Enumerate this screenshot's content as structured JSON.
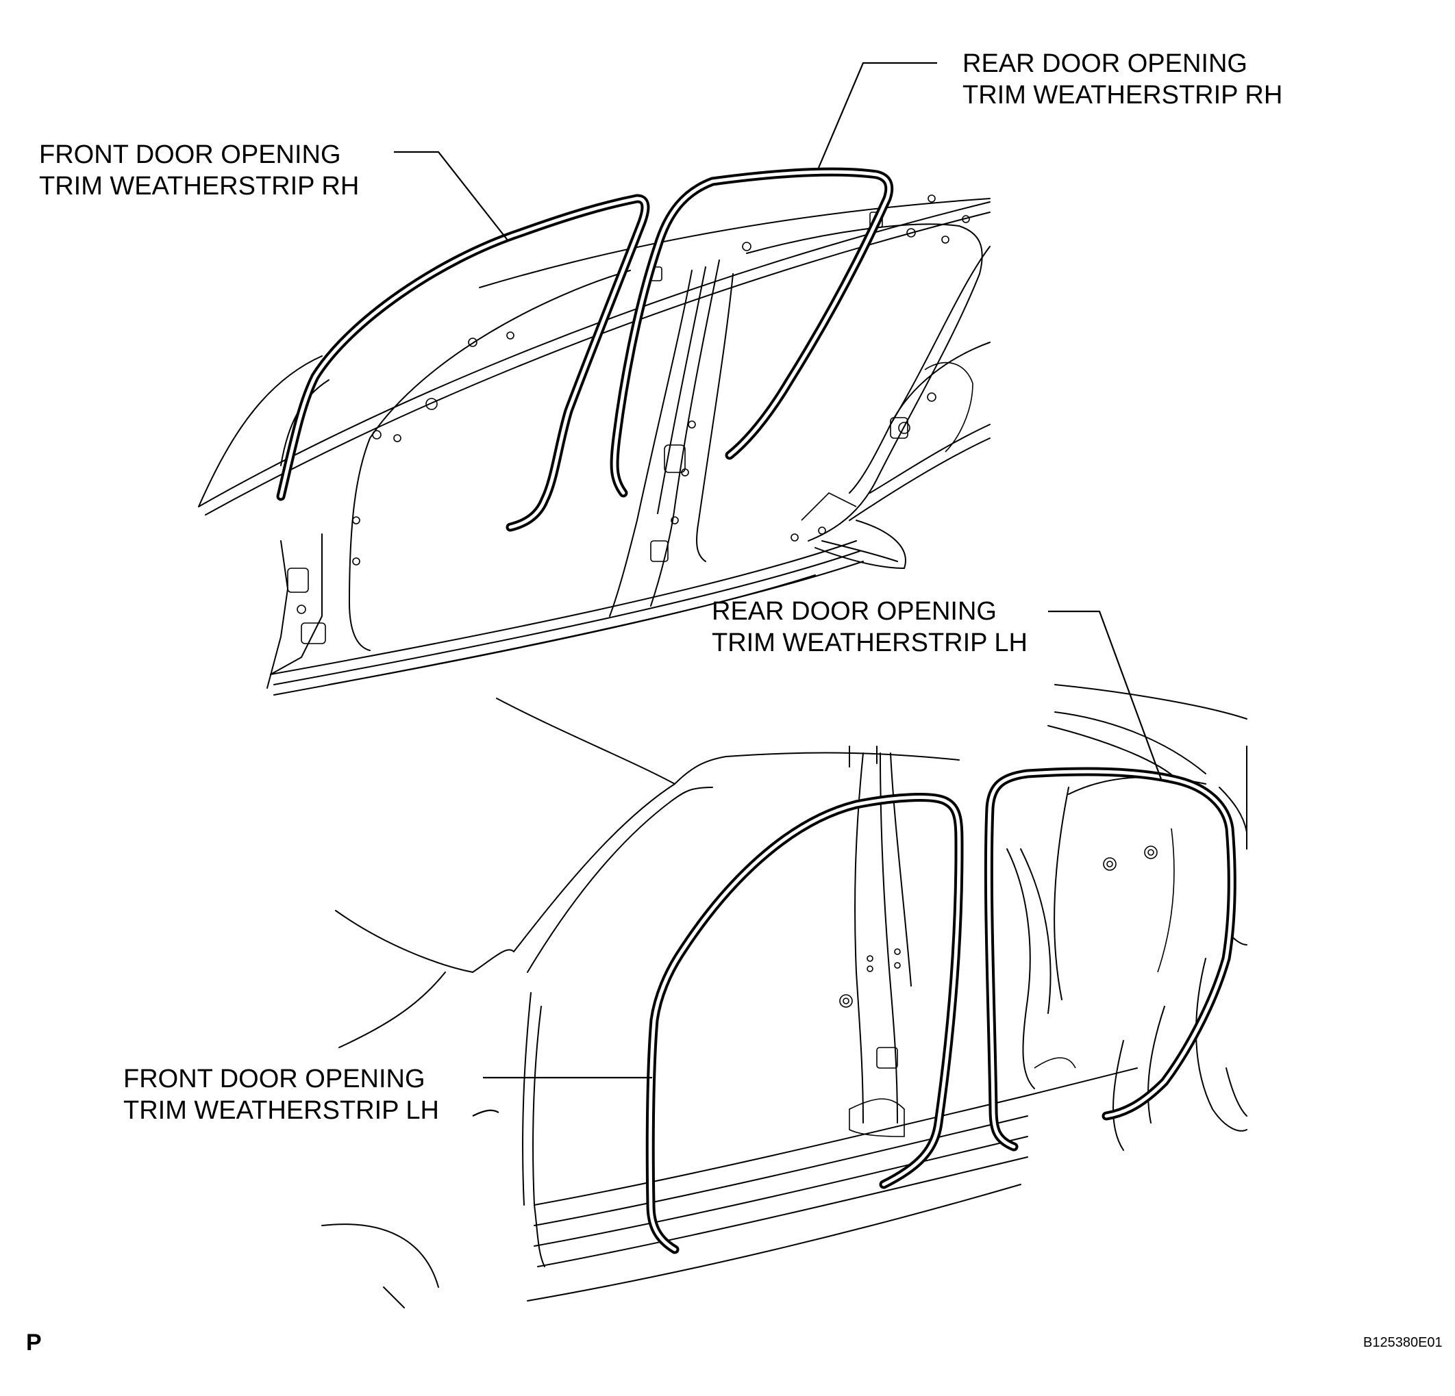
{
  "labels": {
    "rear_rh": {
      "line1": "REAR DOOR OPENING",
      "line2": "TRIM WEATHERSTRIP RH"
    },
    "front_rh": {
      "line1": "FRONT DOOR OPENING",
      "line2": "TRIM WEATHERSTRIP RH"
    },
    "rear_lh": {
      "line1": "REAR DOOR OPENING",
      "line2": "TRIM WEATHERSTRIP LH"
    },
    "front_lh": {
      "line1": "FRONT DOOR OPENING",
      "line2": "TRIM WEATHERSTRIP LH"
    }
  },
  "page_letter": "P",
  "figure_id": "B125380E01"
}
